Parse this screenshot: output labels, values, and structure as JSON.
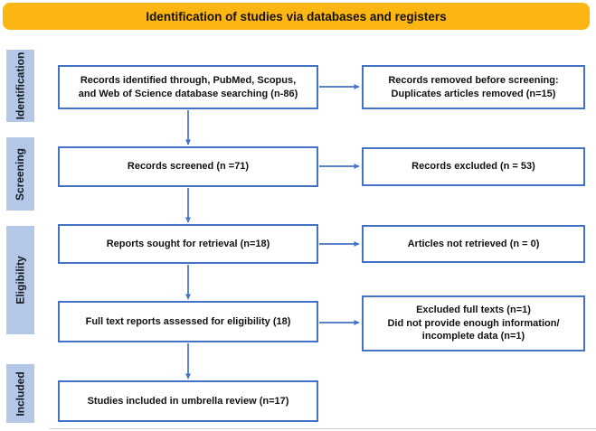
{
  "title": "Identification of studies via databases and registers",
  "colors": {
    "banner": "#FCB614",
    "stage_fill": "#B4C7E7",
    "box_border": "#4472C4",
    "arrow": "#4472C4"
  },
  "stages": [
    {
      "label": "Identification"
    },
    {
      "label": "Screening"
    },
    {
      "label": "Eligibility"
    },
    {
      "label": "Included"
    }
  ],
  "boxes": {
    "records_identified": "Records identified through, PubMed, Scopus,\nand Web of Science database searching (n-86)",
    "records_removed": "Records removed before screening:\nDuplicates articles removed (n=15)",
    "records_screened": "Records screened (n =71)",
    "records_excluded": "Records excluded (n = 53)",
    "reports_sought": "Reports sought for retrieval (n=18)",
    "articles_not_retrieved": "Articles not retrieved (n = 0)",
    "full_text_assessed": "Full text reports assessed for eligibility (18)",
    "excluded_full_texts": "Excluded full texts (n=1)\nDid not provide enough information/\nincomplete data (n=1)",
    "studies_included": "Studies included in umbrella review (n=17)"
  }
}
